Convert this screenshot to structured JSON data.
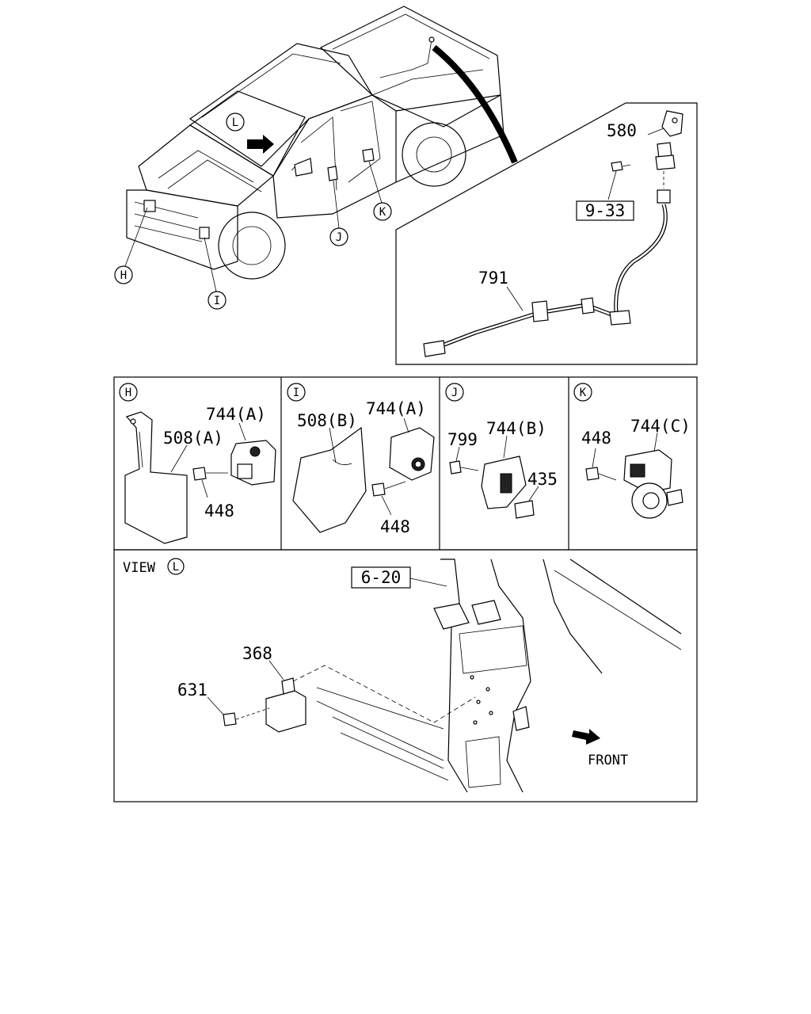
{
  "callouts": {
    "H": "H",
    "I": "I",
    "J": "J",
    "K": "K",
    "L": "L"
  },
  "detail_labels": {
    "part_580": "580",
    "ref_9_33": "9-33",
    "part_791": "791",
    "part_744a_h": "744(A)",
    "part_508a": "508(A)",
    "part_448_h": "448",
    "part_508b": "508(B)",
    "part_744a_i": "744(A)",
    "part_448_i": "448",
    "part_799": "799",
    "part_744b": "744(B)",
    "part_435": "435",
    "part_448_k": "448",
    "part_744c": "744(C)",
    "view_text": "VIEW",
    "ref_6_20": "6-20",
    "part_368": "368",
    "part_631": "631",
    "front_text": "FRONT"
  }
}
